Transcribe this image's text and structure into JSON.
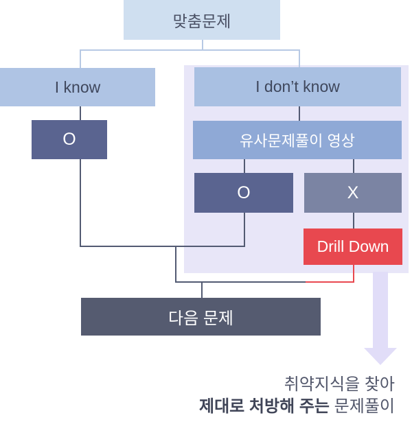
{
  "diagram": {
    "title_box": {
      "label": "맞춤문제"
    },
    "branch_know": {
      "label": "I know",
      "result": "O"
    },
    "branch_dont_know": {
      "label": "I don’t know",
      "video_box": "유사문제풀이 영상",
      "correct": "O",
      "wrong": "X",
      "drill_down": "Drill Down"
    },
    "next_box": {
      "label": "다음 문제"
    },
    "caption": {
      "line1": "취약지식을 찾아",
      "line2_bold": "제대로 처방해 주는",
      "line2_rest": " 문제풀이"
    },
    "colors": {
      "title_box_bg": "#cfdff0",
      "know_box_bg": "#afc4e4",
      "dont_know_box_bg": "#a9c0e2",
      "video_box_bg": "#8fa9d6",
      "o_box_bg": "#5a6490",
      "x_box_bg": "#7b84a3",
      "drill_down_bg": "#e8484f",
      "next_box_bg": "#555b70",
      "panel_bg": "#e8e6f8",
      "arrow": "#e1ddf8",
      "light_line": "#b7c9e4",
      "dark_line": "#525a72",
      "red_line": "#e8484f"
    }
  }
}
